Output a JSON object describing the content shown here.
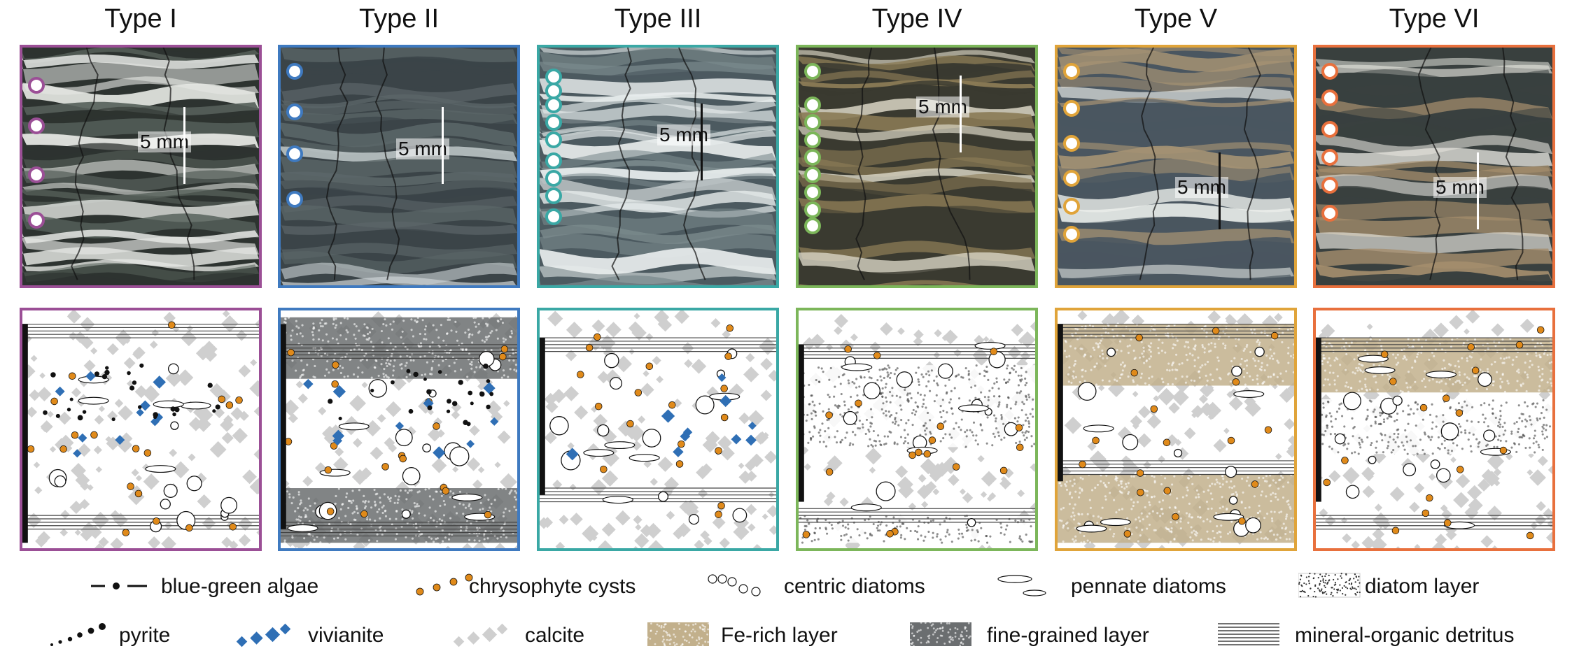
{
  "panels": [
    {
      "title": "Type I",
      "color": "#9b4f96",
      "scale": "5 mm"
    },
    {
      "title": "Type II",
      "color": "#3f7ac0",
      "scale": "5 mm"
    },
    {
      "title": "Type III",
      "color": "#3aa8a5",
      "scale": "5 mm"
    },
    {
      "title": "Type IV",
      "color": "#7cb65a",
      "scale": "5 mm"
    },
    {
      "title": "Type V",
      "color": "#e0a43a",
      "scale": "5 mm"
    },
    {
      "title": "Type VI",
      "color": "#e8703d",
      "scale": "5 mm"
    }
  ],
  "legend": [
    {
      "label": "blue-green algae",
      "icon": "dash-dot-line"
    },
    {
      "label": "chrysophyte cysts",
      "icon": "orange-dots"
    },
    {
      "label": "centric diatoms",
      "icon": "open-circles"
    },
    {
      "label": "pennate diatoms",
      "icon": "open-ellipses"
    },
    {
      "label": "diatom layer",
      "icon": "stipple-swatch"
    },
    {
      "label": "pyrite",
      "icon": "black-dots"
    },
    {
      "label": "vivianite",
      "icon": "blue-diamonds"
    },
    {
      "label": "calcite",
      "icon": "grey-diamonds"
    },
    {
      "label": "Fe-rich layer",
      "icon": "tan-swatch"
    },
    {
      "label": "fine-grained layer",
      "icon": "dark-grey-swatch"
    },
    {
      "label": "mineral-organic detritus",
      "icon": "parallel-lines"
    }
  ],
  "colors": {
    "calcite": "#cfcfcf",
    "chrysophyte": "#e08a1a",
    "vivianite": "#2f6fb5",
    "fe_rich": "#c2b08c",
    "fine_grained": "#6b6e70"
  }
}
